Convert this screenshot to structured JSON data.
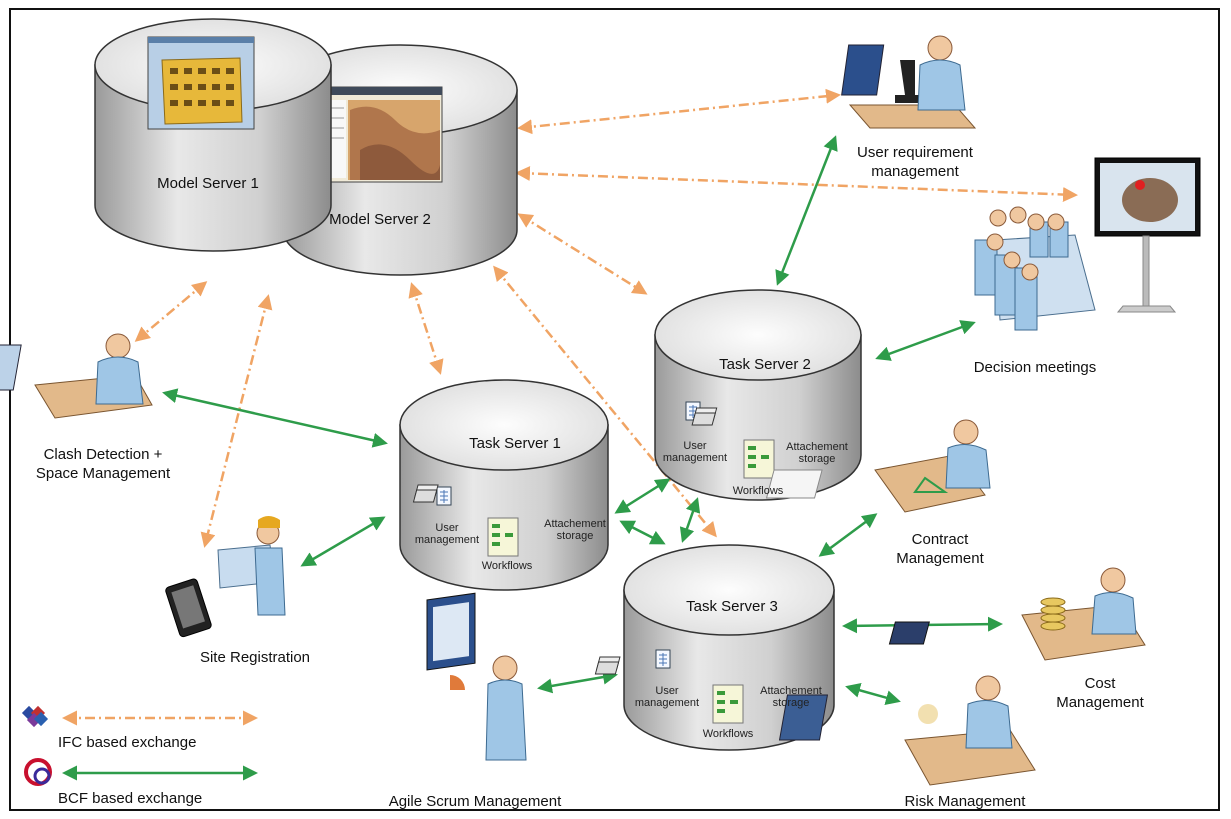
{
  "model_servers": [
    {
      "id": "ms1",
      "label": "Model Server 1"
    },
    {
      "id": "ms2",
      "label": "Model Server 2"
    }
  ],
  "task_servers": [
    {
      "id": "ts1",
      "label": "Task Server 1"
    },
    {
      "id": "ts2",
      "label": "Task Server 2"
    },
    {
      "id": "ts3",
      "label": "Task Server 3"
    }
  ],
  "task_server_modules": {
    "user_management": "User\nmanagement",
    "attachment_storage": "Attachement\nstorage",
    "workflows": "Workflows"
  },
  "actors": {
    "user_requirement": "User requirement\nmanagement",
    "decision_meetings": "Decision meetings",
    "clash_detection": "Clash Detection +\nSpace Management",
    "site_registration": "Site Registration",
    "contract_management": "Contract\nManagement",
    "cost_management": "Cost\nManagement",
    "agile_scrum": "Agile Scrum Management",
    "risk_management": "Risk Management"
  },
  "legend": {
    "ifc": "IFC based exchange",
    "bcf": "BCF based exchange",
    "ifc_color": "#F0A464",
    "bcf_color": "#2E9C4A"
  }
}
